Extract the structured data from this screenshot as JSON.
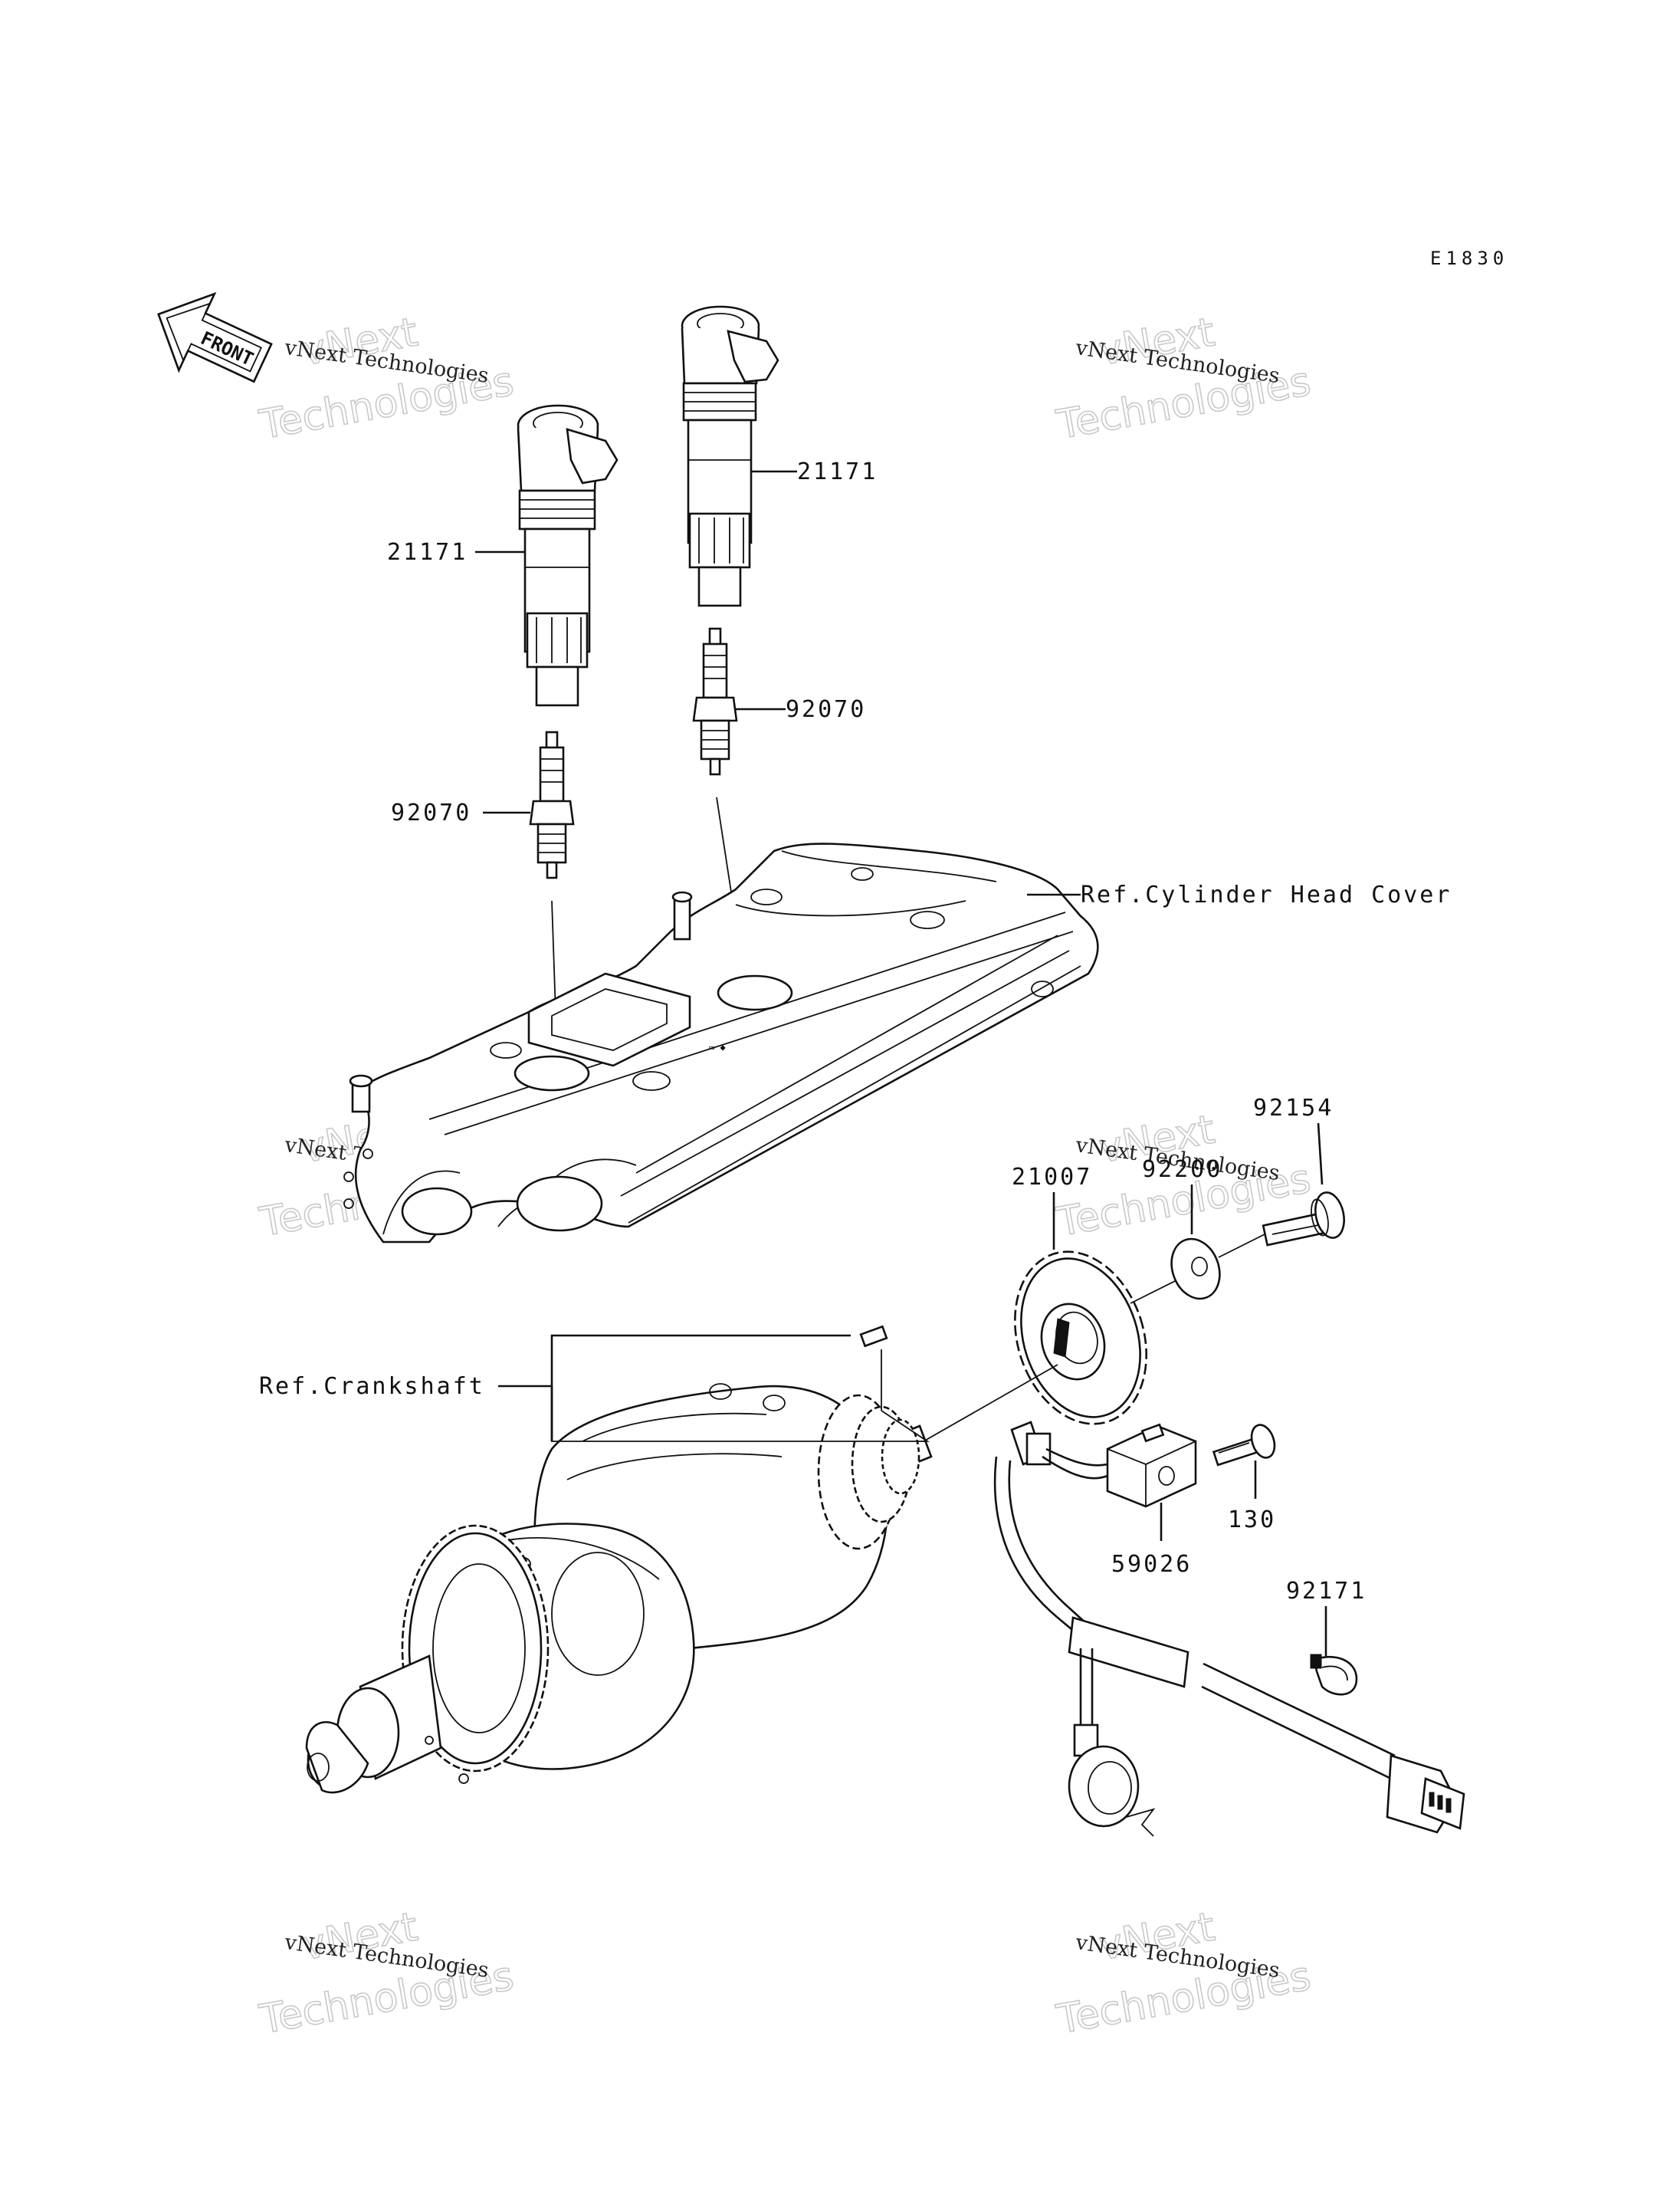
{
  "diagram_code": "E1830",
  "front_label": "FRONT",
  "watermark": {
    "line1": "vNext",
    "line2": "Technologies",
    "caption": "vNext Technologies"
  },
  "callouts": {
    "coil_left": "21171",
    "coil_right": "21171",
    "plug_left": "92070",
    "plug_right": "92070",
    "head_cover": "Ref.Cylinder Head Cover",
    "bolt_92154": "92154",
    "washer_92200": "92200",
    "rotor_21007": "21007",
    "crankshaft": "Ref.Crankshaft",
    "bolt_130": "130",
    "sensor_59026": "59026",
    "clamp_92171": "92171"
  }
}
